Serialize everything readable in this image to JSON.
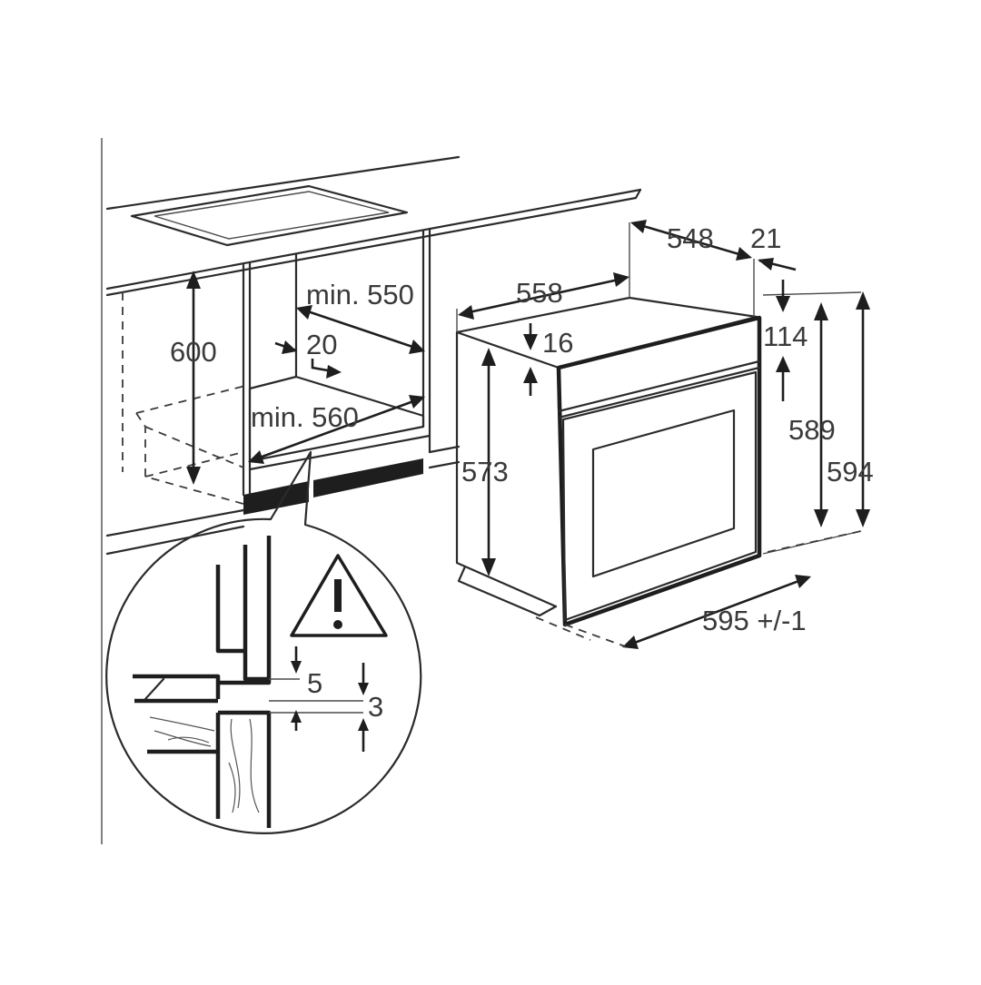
{
  "dimensions": {
    "cabinet_height": "600",
    "cabinet_depth_min": "min. 550",
    "rear_gap": "20",
    "cabinet_width_min": "min. 560",
    "oven_depth": "548",
    "front_thickness": "21",
    "oven_top_depth": "558",
    "top_offset": "16",
    "control_panel_height": "114",
    "oven_body_height": "573",
    "niche_height": "589",
    "total_height": "594",
    "total_width": "595 +/-1",
    "detail_gap_top": "5",
    "detail_gap_bottom": "3"
  },
  "warning": {
    "symbol": "!"
  }
}
